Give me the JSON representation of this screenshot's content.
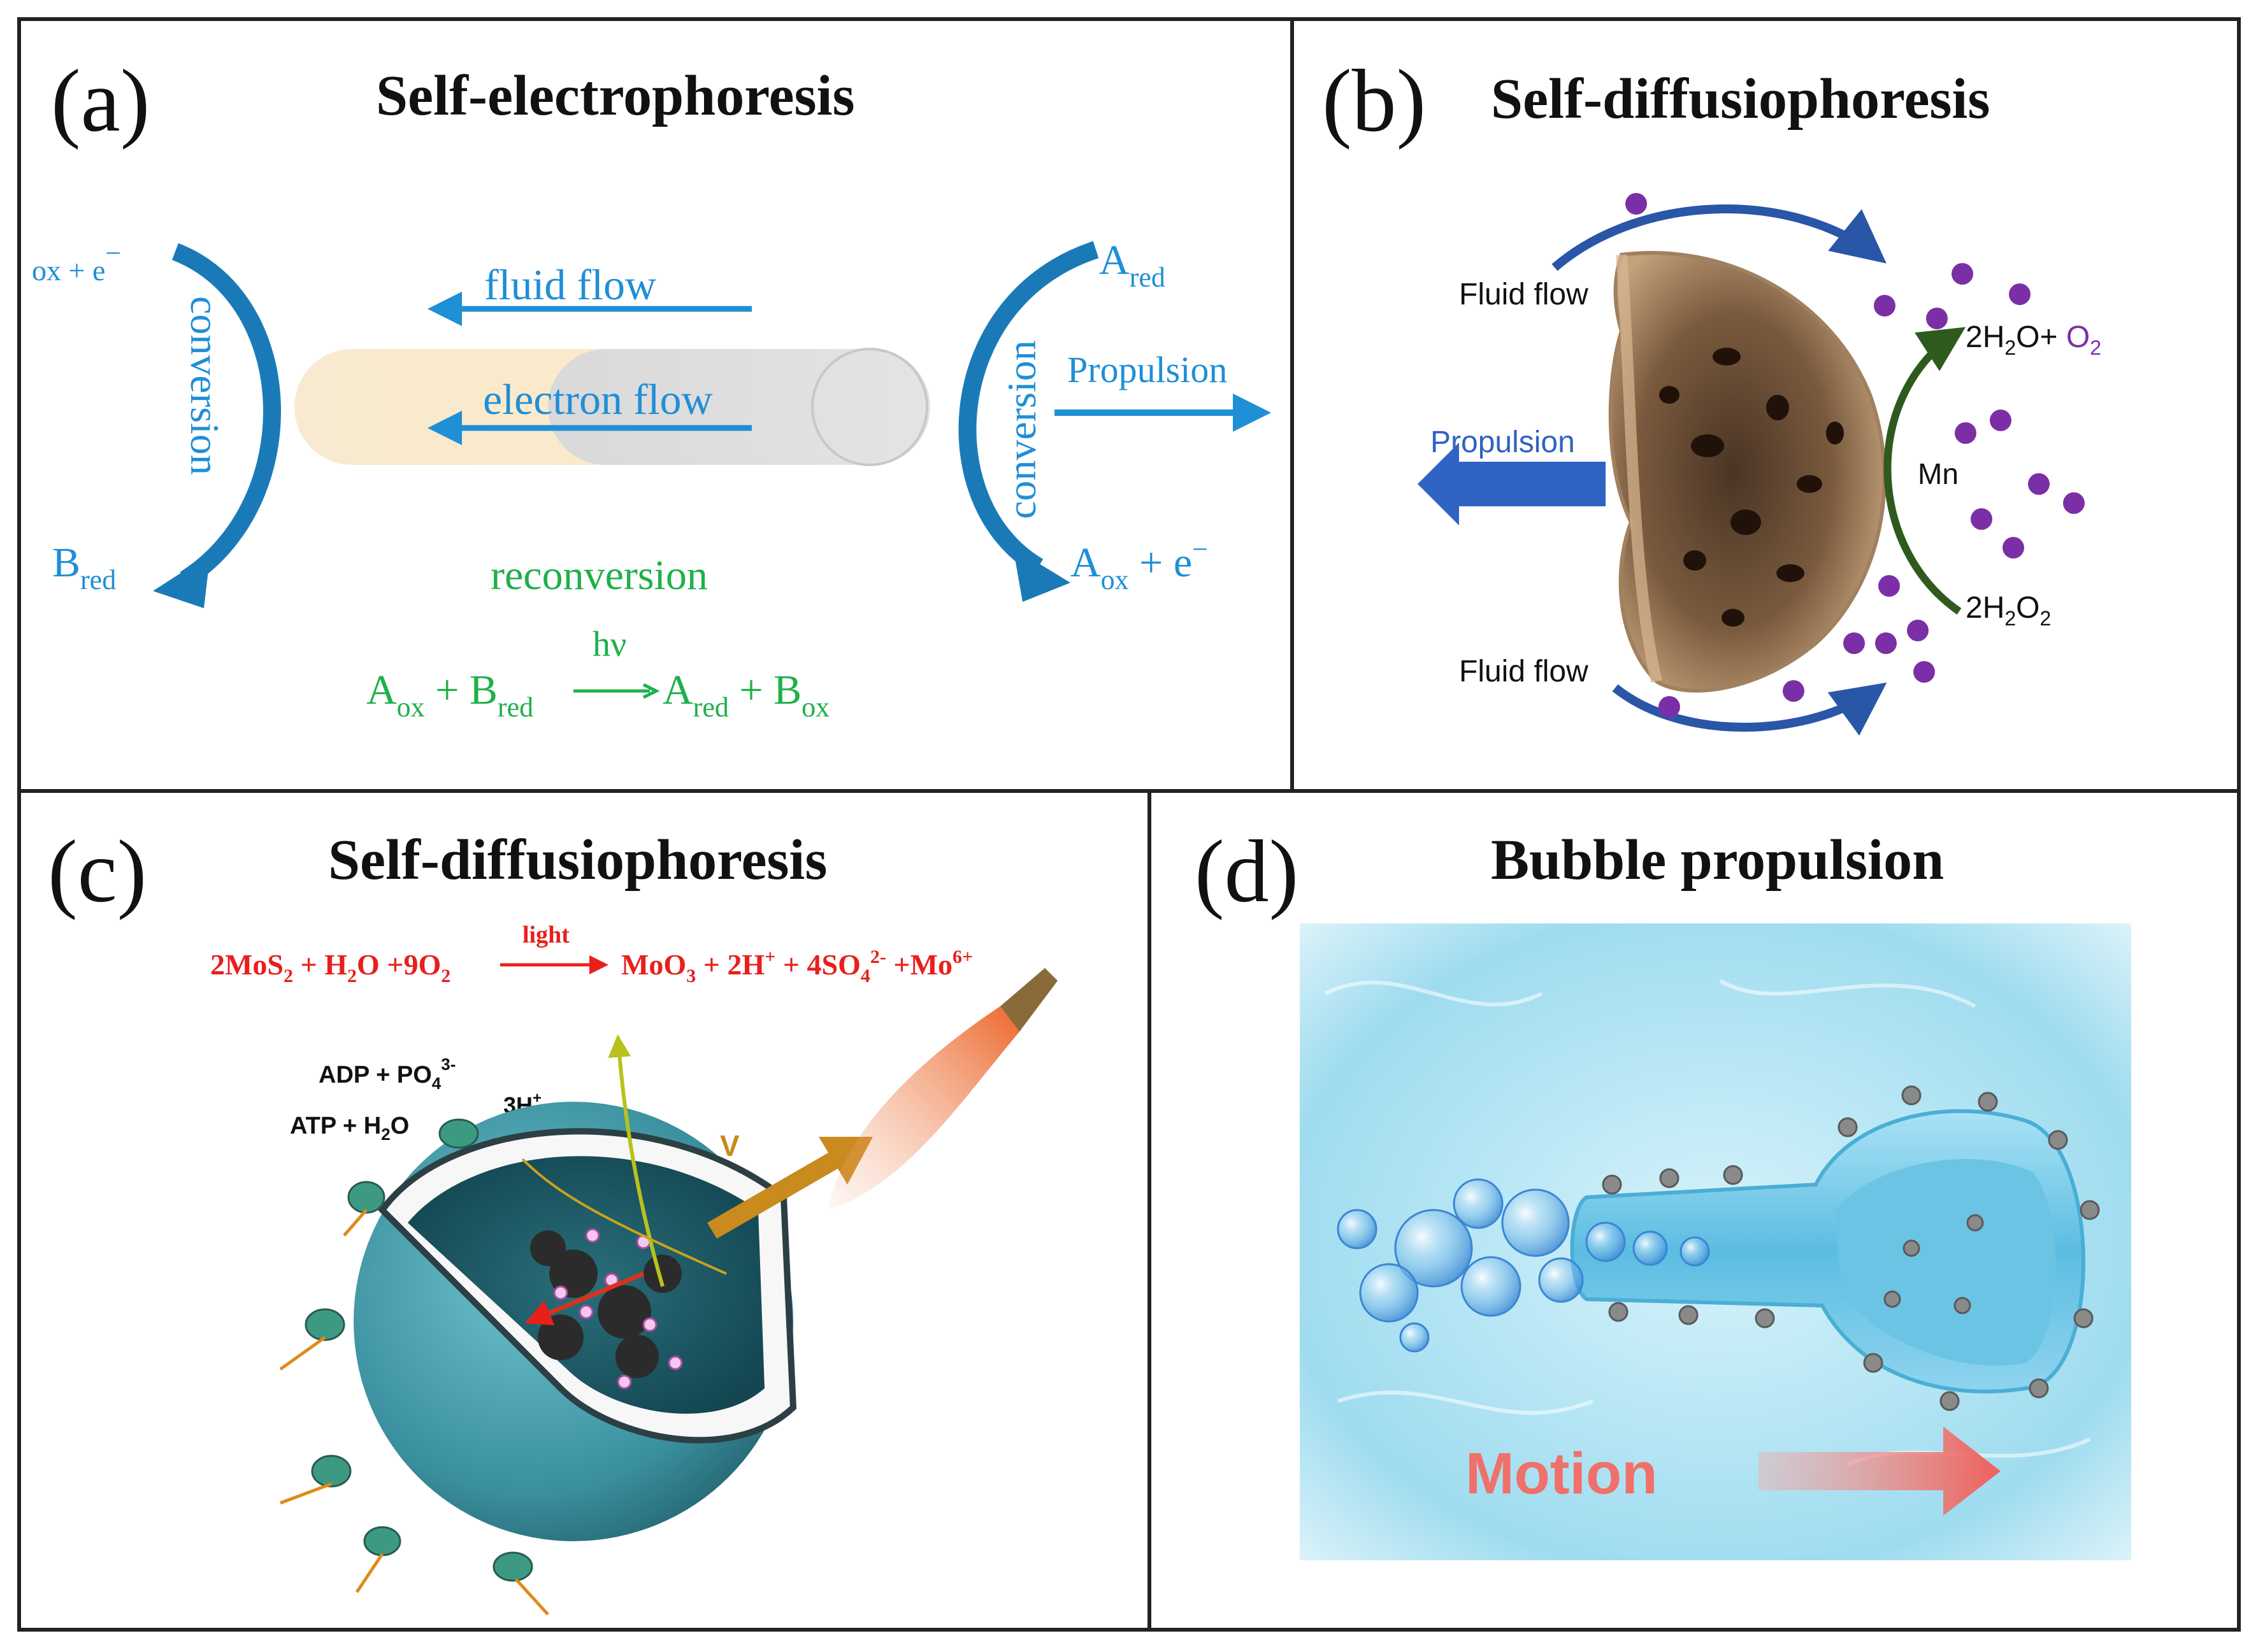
{
  "panels": {
    "a": {
      "label": "(a)",
      "title": "Self-electrophoresis",
      "left_top": "ox + e",
      "left_top_sup": "−",
      "left_conversion": "conversion",
      "left_bottom": "B",
      "left_bottom_sub": "red",
      "fluid_flow": "fluid flow",
      "electron_flow": "electron flow",
      "right_top": "A",
      "right_top_sub": "red",
      "right_conversion": "conversion",
      "propulsion": "Propulsion",
      "right_bottom": "A",
      "right_bottom_sub": "ox",
      "right_bottom_tail": " + e",
      "right_bottom_sup": "−",
      "reconversion": "reconversion",
      "eq_A": "A",
      "eq_ox": "ox",
      "eq_plus1": " + B",
      "eq_red1": "red",
      "eq_hv": "hν",
      "eq_A2": "A",
      "eq_red2": "red",
      "eq_plus2": " + B",
      "eq_ox2": "ox",
      "colors": {
        "blue": "#1f8fd6",
        "green": "#1fb04a",
        "arc": "#1a7ab8"
      }
    },
    "b": {
      "label": "(b)",
      "title": "Self-diffusiophoresis",
      "fluid_flow_top": "Fluid flow",
      "fluid_flow_bottom": "Fluid flow",
      "propulsion": "Propulsion",
      "product_water": "2H",
      "product_water_sub": "2",
      "product_water_tail": "O+ ",
      "product_o2": "O",
      "product_o2_sub": "2",
      "catalyst": "Mn",
      "reactant": "2H",
      "reactant_sub": "2",
      "reactant_mid": "O",
      "reactant_sub2": "2",
      "colors": {
        "dot": "#7b2fa6",
        "arrow": "#2a56a8",
        "mn": "#2f5a1e",
        "particle": "#8a6a4a"
      }
    },
    "c": {
      "label": "(c)",
      "title": "Self-diffusiophoresis",
      "eq_part1": "2MoS",
      "eq_sub1": "2",
      "eq_part2": " + H",
      "eq_sub2": "2",
      "eq_part3": "O +9O",
      "eq_sub3": "2",
      "eq_light": "light",
      "eq_part4": "MoO",
      "eq_sub4": "3",
      "eq_part5": " + 2H",
      "eq_sup5": "+",
      "eq_part6": "  + 4SO",
      "eq_sub6": "4",
      "eq_sup6": "2-",
      "eq_part7": " +Mo",
      "eq_sup7": "6+",
      "adp": "ADP + PO",
      "adp_sub": "4",
      "adp_sup": "3-",
      "atp": "ATP + H",
      "atp_sub": "2",
      "atp_tail": "O",
      "three_h": "3H",
      "three_h_sup": "+",
      "velocity": "V",
      "colors": {
        "red": "#e8201c",
        "teal": "#3a8f9e",
        "orange": "#d88a1a"
      }
    },
    "d": {
      "label": "(d)",
      "title": "Bubble propulsion",
      "motion": "Motion",
      "colors": {
        "water": "#aee4f3",
        "tube": "#6ec9ea",
        "motion": "#f0706a"
      }
    }
  }
}
